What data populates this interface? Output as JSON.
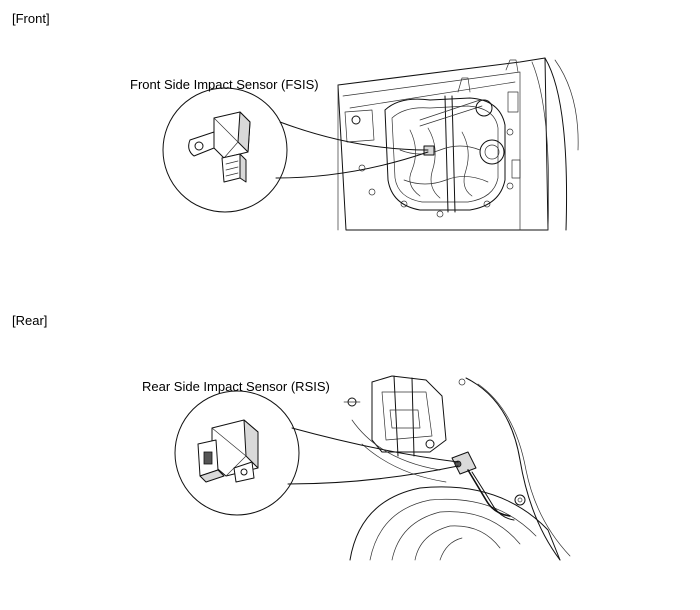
{
  "sections": {
    "front": {
      "heading": "[Front]",
      "callout": "Front Side Impact Sensor (FSIS)"
    },
    "rear": {
      "heading": "[Rear]",
      "callout": "Rear Side Impact Sensor (RSIS)"
    }
  }
}
